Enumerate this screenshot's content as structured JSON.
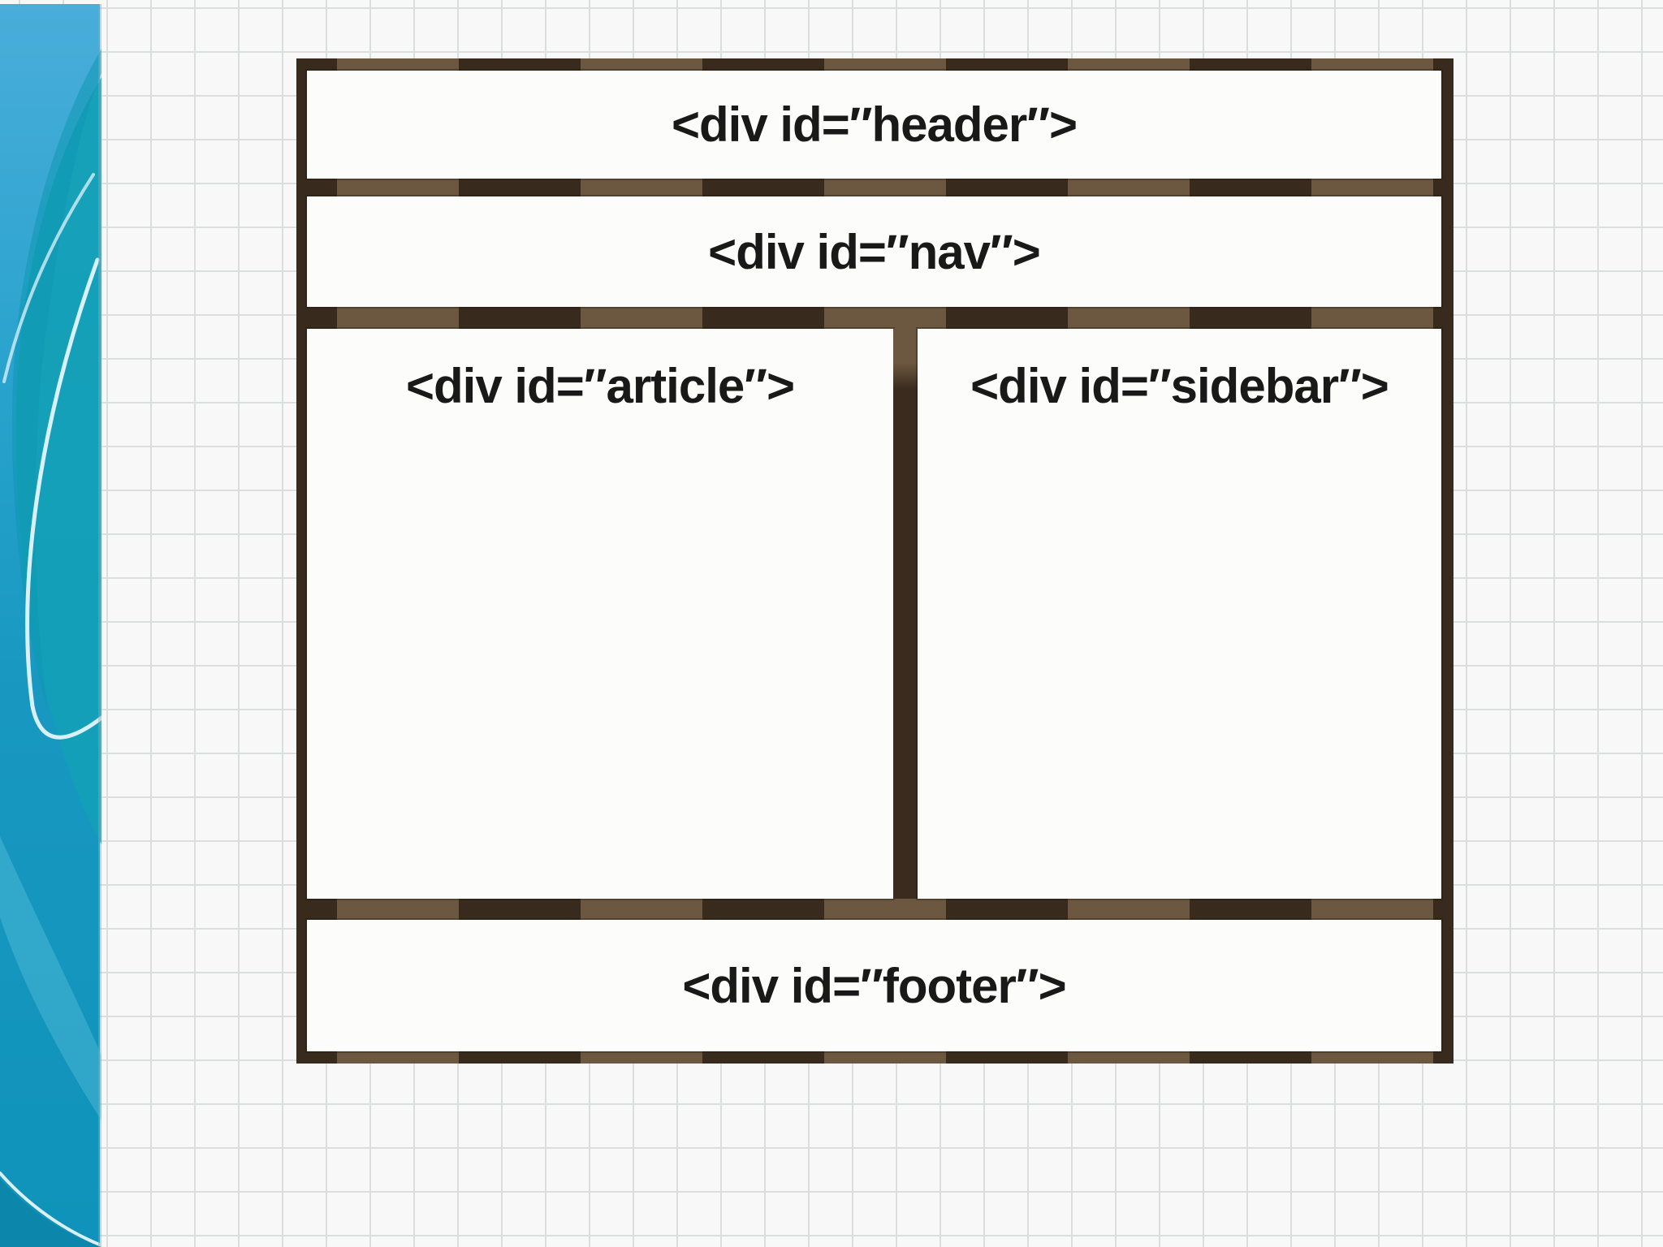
{
  "slide": {
    "description_labels": {
      "header": "<div id=″header″>",
      "nav": "<div id=″nav″>",
      "article": "<div id=″article″>",
      "sidebar": "<div id=″sidebar″>",
      "footer": "<div id=″footer″>"
    },
    "colors": {
      "frame_dark_brown": "#382a1d",
      "frame_light_brown": "#6c5740",
      "box_background": "#fcfcfb",
      "label_text": "#191919",
      "grid_background": "#f7f8f7",
      "grid_line": "#dadedd",
      "stripe_sky_blue": "#46abd9",
      "stripe_deep_blue": "#1092ba",
      "stripe_teal_swirl": "#13a0b6",
      "stripe_highlight": "#eefaff"
    }
  }
}
